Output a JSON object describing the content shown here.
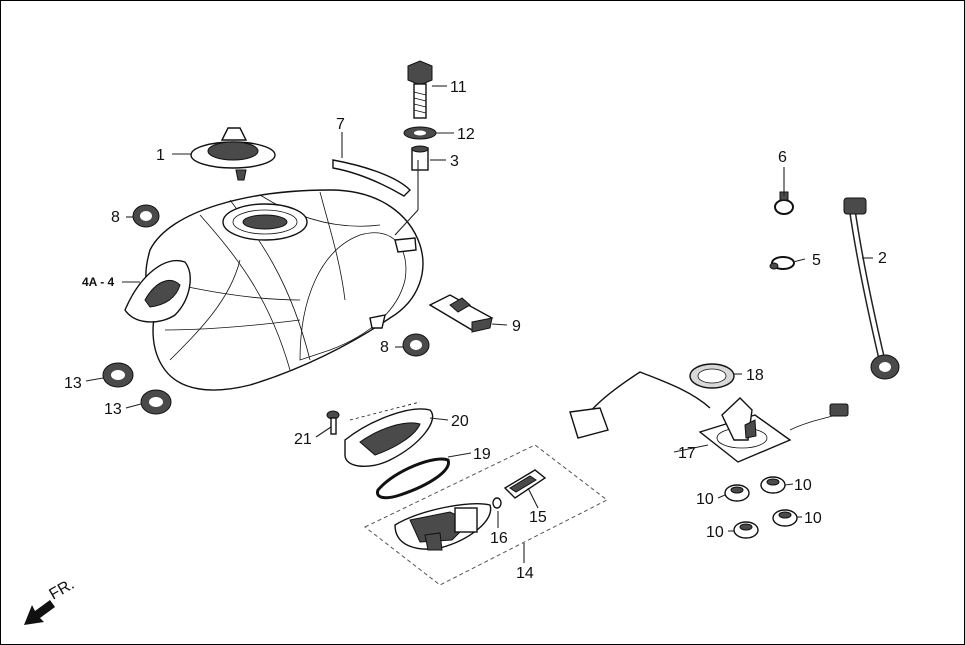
{
  "labels": {
    "p1": "1",
    "p2": "2",
    "p3": "3",
    "p4a": "4A - 4",
    "p5": "5",
    "p6": "6",
    "p7": "7",
    "p8a": "8",
    "p8b": "8",
    "p9": "9",
    "p10a": "10",
    "p10b": "10",
    "p10c": "10",
    "p10d": "10",
    "p11": "11",
    "p12": "12",
    "p13a": "13",
    "p13b": "13",
    "p14": "14",
    "p15": "15",
    "p16": "16",
    "p17": "17",
    "p18": "18",
    "p19": "19",
    "p20": "20",
    "p21": "21"
  },
  "direction": {
    "text": "FR."
  }
}
